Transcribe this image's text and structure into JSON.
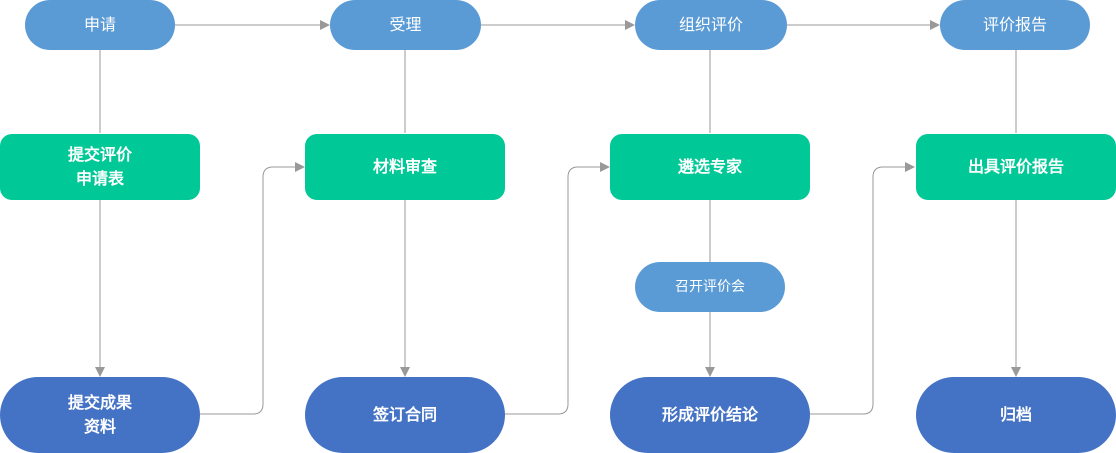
{
  "colors": {
    "phase": "#5b9bd5",
    "step": "#00c896",
    "result": "#4472c4",
    "connector": "#999999"
  },
  "phases": {
    "apply": "申请",
    "accept": "受理",
    "organize": "组织评价",
    "report": "评价报告"
  },
  "steps": {
    "submit_application": "提交评价\n申请表",
    "material_review": "材料审查",
    "select_experts": "遴选专家",
    "issue_report": "出具评价报告"
  },
  "meeting": "召开评价会",
  "results": {
    "submit_materials": "提交成果\n资料",
    "sign_contract": "签订合同",
    "form_conclusion": "形成评价结论",
    "archive": "归档"
  }
}
